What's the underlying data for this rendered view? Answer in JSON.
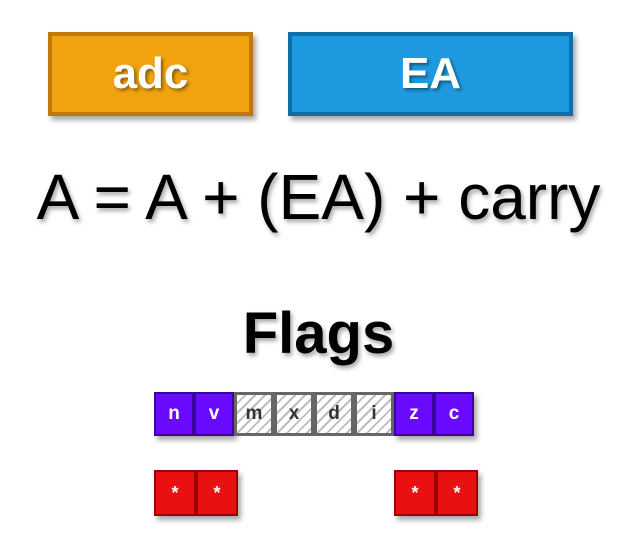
{
  "instruction": {
    "mnemonic": "adc",
    "operand": "EA"
  },
  "formula": "A = A + (EA) + carry",
  "flags": {
    "title": "Flags",
    "register": [
      {
        "label": "n",
        "affected": true
      },
      {
        "label": "v",
        "affected": true
      },
      {
        "label": "m",
        "affected": false
      },
      {
        "label": "x",
        "affected": false
      },
      {
        "label": "d",
        "affected": false
      },
      {
        "label": "i",
        "affected": false
      },
      {
        "label": "z",
        "affected": true
      },
      {
        "label": "c",
        "affected": true
      }
    ],
    "effects": {
      "n": "*",
      "v": "*",
      "z": "*",
      "c": "*"
    }
  },
  "colors": {
    "mnemonic_box": "#f0a30e",
    "operand_box": "#1e9be0",
    "affected_flag": "#6a0aff",
    "effect_marker": "#e81010"
  }
}
